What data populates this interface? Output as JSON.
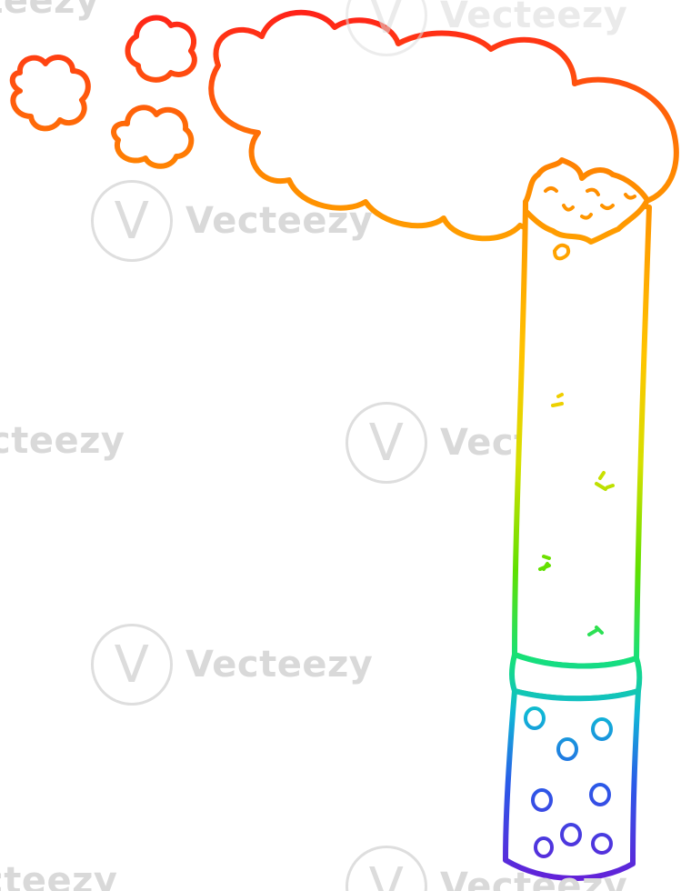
{
  "watermark": {
    "brand_text": "Vecteezy",
    "partial_text": "cteezy",
    "badge_glyph": "V",
    "color": "#d9d9d9"
  },
  "illustration": {
    "stroke_colors": [
      "#ff1a1a",
      "#ff6a00",
      "#ffb000",
      "#e8e000",
      "#6fe000",
      "#16e06a",
      "#10b7d6",
      "#2a4ce0",
      "#6a1ad6"
    ],
    "fill": "#ffffff"
  }
}
